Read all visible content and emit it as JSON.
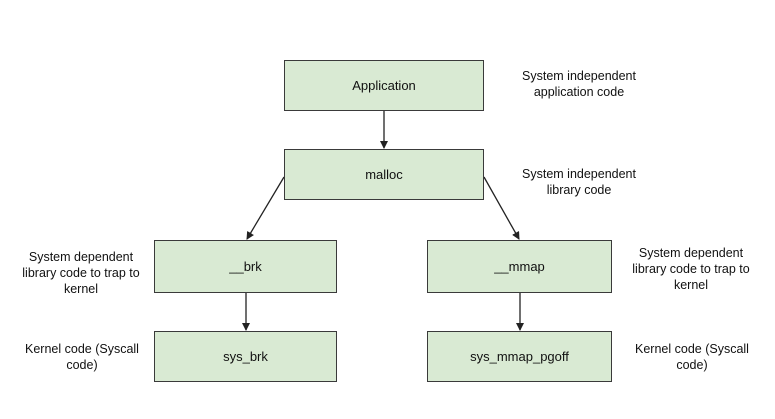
{
  "nodes": {
    "application": "Application",
    "malloc": "malloc",
    "brk": "__brk",
    "mmap": "__mmap",
    "sys_brk": "sys_brk",
    "sys_mmap_pgoff": "sys_mmap_pgoff"
  },
  "notes": {
    "application": [
      "System independent",
      "application code"
    ],
    "malloc": [
      "System independent",
      "library code"
    ],
    "brk": [
      "System dependent",
      "library code to trap to",
      "kernel"
    ],
    "mmap": [
      "System dependent",
      "library code to trap to",
      "kernel"
    ],
    "sys_brk": [
      "Kernel code (Syscall",
      "code)"
    ],
    "sys_mmap_pgoff": [
      "Kernel code (Syscall",
      "code)"
    ]
  },
  "colors": {
    "box_fill": "#d9ead3",
    "box_border": "#3a3a3a",
    "arrow": "#222222"
  }
}
